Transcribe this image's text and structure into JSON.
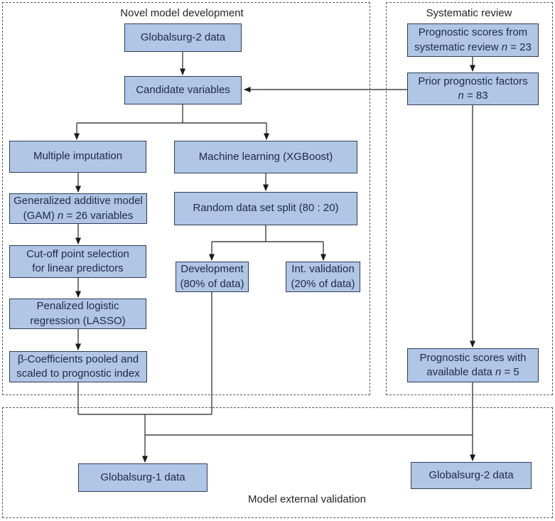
{
  "sections": {
    "novel_title": "Novel model development",
    "review_title": "Systematic review",
    "external_title": "Model external validation"
  },
  "nodes": {
    "globalsurg2_top": {
      "label": "Globalsurg-2 data"
    },
    "candidate_variables": {
      "label": "Candidate variables"
    },
    "prognostic_scores_review": {
      "line1": "Prognostic scores from",
      "line2_pre": "systematic review ",
      "n": "n",
      "line2_post": " = 23"
    },
    "prior_prognostic_factors": {
      "line1": "Prior prognostic factors",
      "n": "n",
      "line2_post": " = 83"
    },
    "multiple_imputation": {
      "label": "Multiple imputation"
    },
    "machine_learning": {
      "label": "Machine learning (XGBoost)"
    },
    "gam": {
      "line1": "Generalized additive model",
      "line2_pre": "(GAM) ",
      "n": "n",
      "line2_post": " = 26 variables"
    },
    "random_split": {
      "label": "Random data set split (80 : 20)"
    },
    "cutoff": {
      "line1": "Cut-off point selection",
      "line2": "for linear predictors"
    },
    "development": {
      "line1": "Development",
      "line2": "(80% of data)"
    },
    "int_validation": {
      "line1": "Int. validation",
      "line2": "(20% of data)"
    },
    "lasso": {
      "line1": "Penalized logistic",
      "line2": "regression (LASSO)"
    },
    "beta_coefficients": {
      "line1": "β-Coefficients pooled and",
      "line2": "scaled to prognostic index"
    },
    "prognostic_scores_available": {
      "line1": "Prognostic scores with",
      "line2_pre": "available data ",
      "n": "n",
      "line2_post": " = 5"
    },
    "globalsurg1_bottom": {
      "label": "Globalsurg-1 data"
    },
    "globalsurg2_bottom": {
      "label": "Globalsurg-2 data"
    }
  },
  "colors": {
    "box_fill": "#b1c5e5",
    "box_border": "#2e3d59",
    "box_text": "#1d2b45",
    "connector": "#404040",
    "dashed_border": "#595959"
  }
}
